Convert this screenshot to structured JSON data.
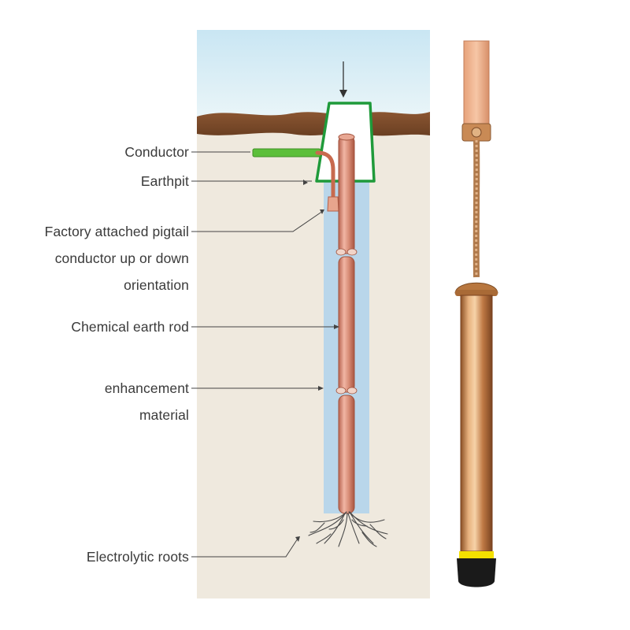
{
  "labels": {
    "conductor": "Conductor",
    "earthpit": "Earthpit",
    "pigtail": [
      "Factory attached pigtail",
      "conductor up or down",
      "orientation"
    ],
    "rod": "Chemical earth rod",
    "enhancement": [
      "enhancement",
      "material"
    ],
    "roots": "Electrolytic roots"
  },
  "colors": {
    "sky": "#d6eaf2",
    "soil_top": "#7a4a2a",
    "ground": "#efe9de",
    "backfill": "#b9d6ea",
    "pit_outline": "#1f9a3a",
    "conductor": "#5cbf3a",
    "copper": "#d78d76",
    "product_copper": "#c98a55",
    "band_yellow": "#f4e000",
    "cap_black": "#1a1a1a"
  },
  "icons": [
    "arrow-down-icon"
  ]
}
